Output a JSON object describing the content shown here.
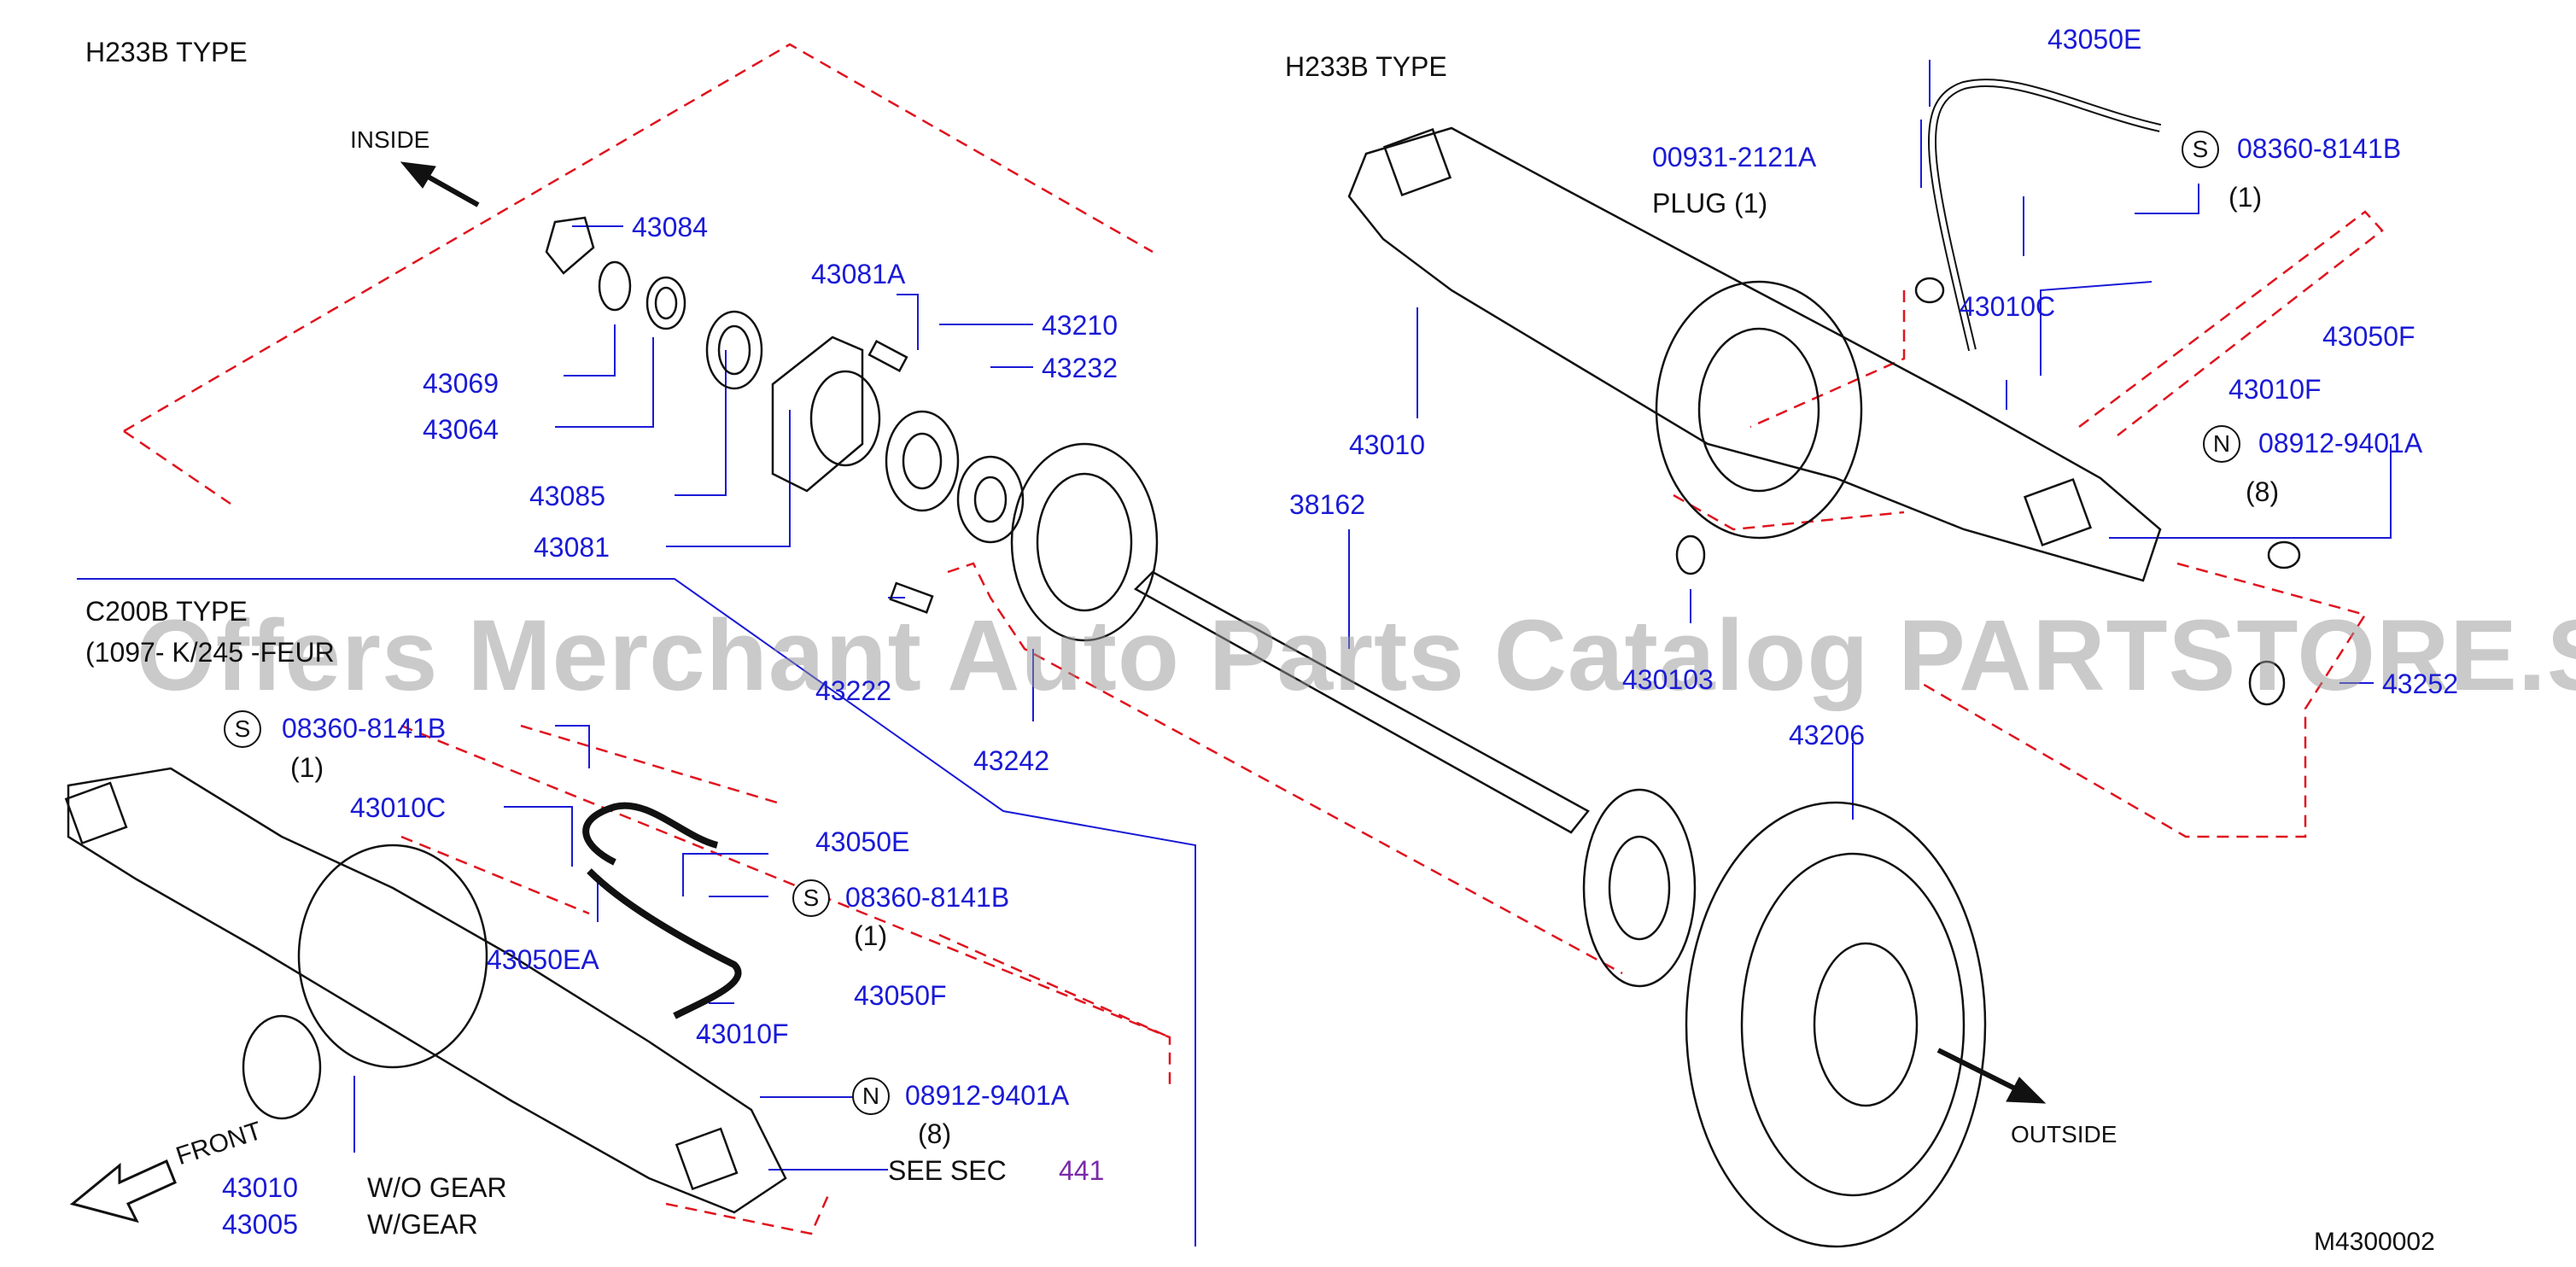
{
  "titles": {
    "h233b_left": "H233B   TYPE",
    "h233b_right": "H233B   TYPE",
    "c200b": "C200B   TYPE",
    "c200b_range": "(1097-     K/245 -FEUR",
    "inside": "INSIDE",
    "outside": "OUTSIDE",
    "front": "FRONT",
    "diagram_code": "M4300002"
  },
  "watermark": "Offers Merchant Auto Parts Catalog PARTSTORE.SA",
  "hub_parts": {
    "p43084": "43084",
    "p43081a": "43081A",
    "p43210": "43210",
    "p43232": "43232",
    "p43069": "43069",
    "p43064": "43064",
    "p43085": "43085",
    "p43081": "43081",
    "p43222": "43222",
    "p43242": "43242"
  },
  "axle_parts": {
    "p38162": "38162",
    "p430103": "430103",
    "p43206": "43206",
    "p43252": "43252",
    "p43010": "43010"
  },
  "right_parts": {
    "p43050e": "43050E",
    "p00931": "00931-2121A",
    "plug": "PLUG   (1)",
    "p08360": "08360-8141B",
    "qty1": "(1)",
    "p43010c": "43010C",
    "p43050f": "43050F",
    "p43010f": "43010F",
    "p08912": "08912-9401A",
    "qty8": "(8)"
  },
  "c200b_parts": {
    "p08360a": "08360-8141B",
    "qty1a": "(1)",
    "p43010c": "43010C",
    "p43050e": "43050E",
    "p08360b": "08360-8141B",
    "qty1b": "(1)",
    "p43050ea": "43050EA",
    "p43050f": "43050F",
    "p43010f": "43010F",
    "p08912": "08912-9401A",
    "qty8": "(8)",
    "see_sec": "SEE   SEC",
    "sec_link": "441",
    "p43010": "43010",
    "p43005": "43005",
    "wo_gear": "W/O   GEAR",
    "w_gear": "W/GEAR"
  },
  "badges": {
    "s": "S",
    "n": "N"
  },
  "colors": {
    "part_number": "#1a1ad6",
    "dashed_outline": "#e0141e",
    "section_link": "#7a2aa8",
    "leader": "#1a1ad6"
  }
}
